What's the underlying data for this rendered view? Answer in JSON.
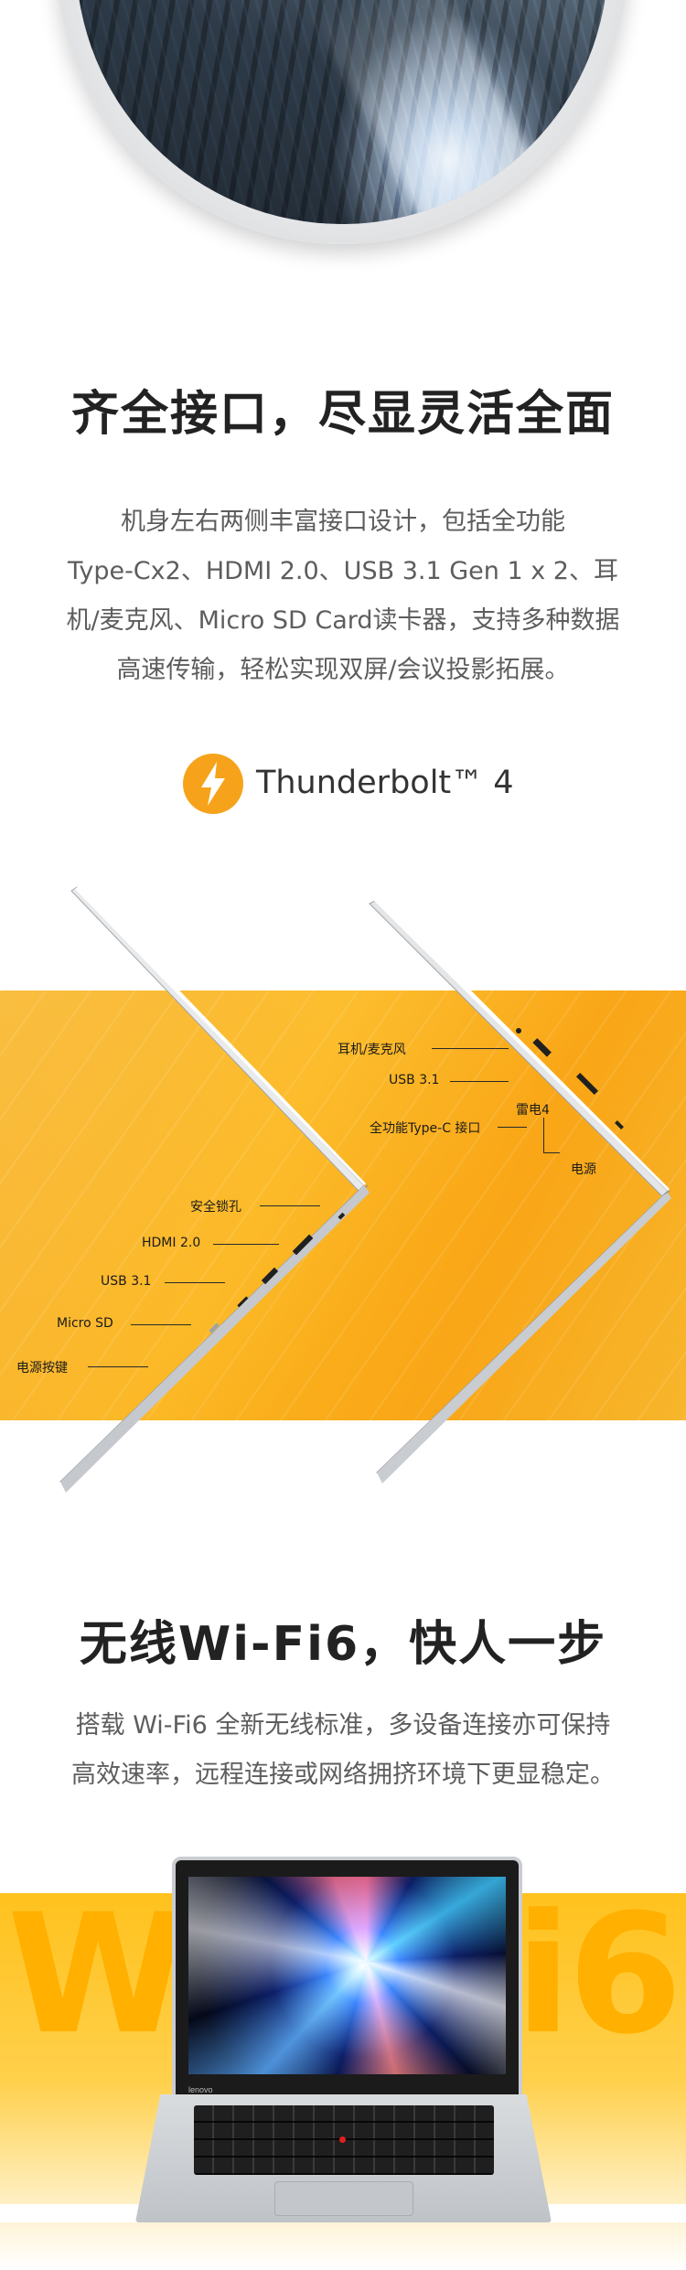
{
  "section_ports": {
    "title": "齐全接口，尽显灵活全面",
    "description_lines": [
      "机身左右两侧丰富接口设计，包括全功能",
      "Type-Cx2、HDMI 2.0、USB 3.1 Gen 1 x 2、耳",
      "机/麦克风、Micro SD Card读卡器，支持多种数据",
      "高速传输，轻松实现双屏/会议投影拓展。"
    ],
    "badge": {
      "icon": "thunderbolt-icon",
      "label": "Thunderbolt™ 4"
    }
  },
  "ports_diagram": {
    "left_side": [
      "安全锁孔",
      "HDMI 2.0",
      "USB 3.1",
      "Micro SD",
      "电源按键"
    ],
    "right_side": [
      "耳机/麦克风",
      "USB 3.1",
      "全功能Type-C 接口",
      "雷电4",
      "电源"
    ],
    "accent_color": "#f7a81b"
  },
  "section_wifi": {
    "title": "无线Wi-Fi6，快人一步",
    "description_lines": [
      "搭载 Wi-Fi6 全新无线标准，多设备连接亦可保持",
      "高效速率，远程连接或网络拥挤环境下更显稳定。"
    ],
    "bg_text_left": "Wi",
    "bg_text_right": "Fi6",
    "laptop_brand": "lenovo",
    "accent_color": "#ffc21e"
  }
}
